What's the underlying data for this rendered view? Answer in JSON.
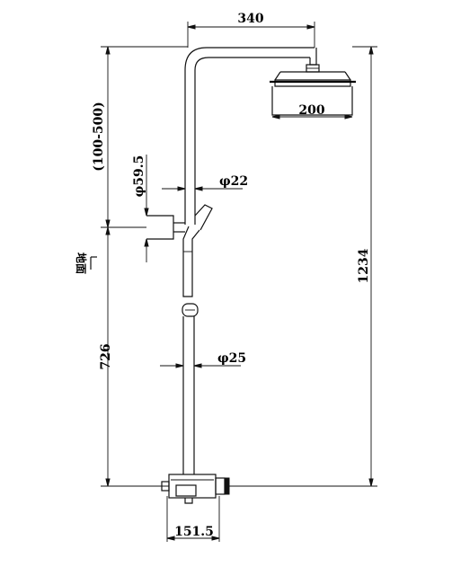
{
  "dimensions": {
    "arm_length": "340",
    "head_diameter": "200",
    "adjust_range": "(100-500)",
    "bracket_diameter": "φ59.5",
    "upper_pipe_diameter": "φ22",
    "total_height": "1234",
    "mixer_height": "726",
    "lower_pipe_diameter": "φ25",
    "mixer_width": "151.5",
    "floor_note": "地面"
  }
}
